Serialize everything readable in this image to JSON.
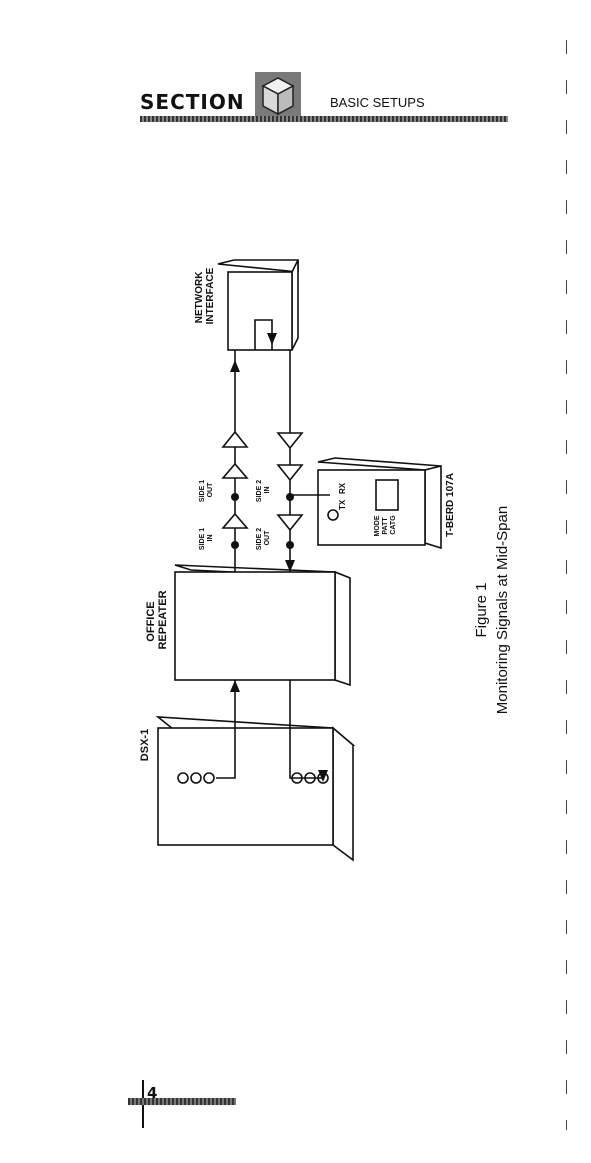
{
  "header": {
    "section_label": "SECTION",
    "subtitle": "BASIC SETUPS"
  },
  "diagram": {
    "network_interface": "NETWORK\nINTERFACE",
    "office_repeater": "OFFICE\nREPEATER",
    "dsx1": "DSX-1",
    "tberd": "T-BERD 107A",
    "tberd_tx": "TX",
    "tberd_rx": "RX",
    "tberd_buttons": [
      "MODE",
      "PATT",
      "CATG"
    ],
    "side1_out": "SIDE 1\nOUT",
    "side1_in": "SIDE 1\nIN",
    "side2_in": "SIDE 2\nIN",
    "side2_out": "SIDE 2\nOUT"
  },
  "caption": {
    "figure": "Figure 1",
    "title": "Monitoring Signals at Mid-Span"
  },
  "footer": {
    "page_number": "4"
  }
}
